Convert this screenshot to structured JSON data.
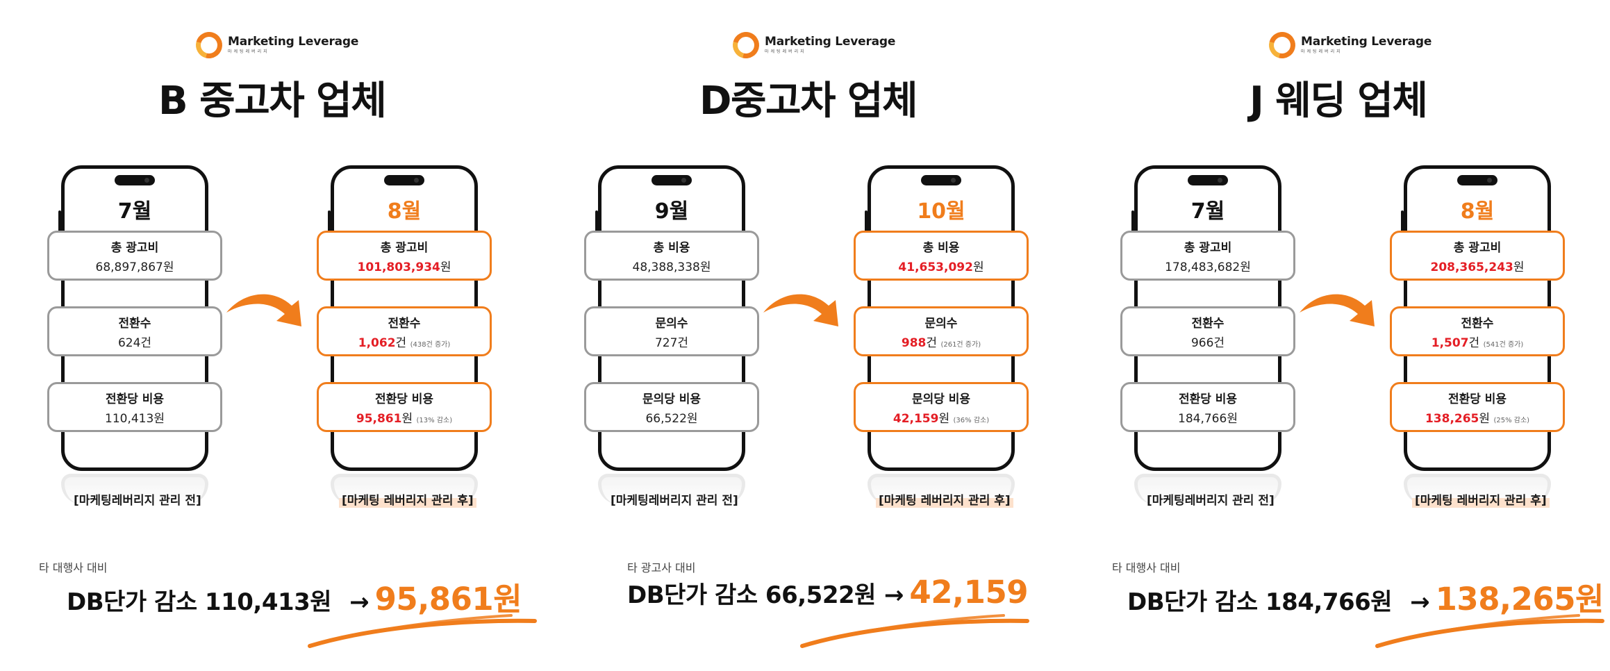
{
  "brand": {
    "name": "Marketing Leverage",
    "sub": "마케팅레버리지",
    "accent": "#f07d1c",
    "highlight": "#e41e25"
  },
  "panels": [
    {
      "title": "B 중고차 업체",
      "before": {
        "month": "7월",
        "caption": "[마케팅레버리지 관리 전]",
        "cards": [
          {
            "label": "총 광고비",
            "value": "68,897,867",
            "unit": "원",
            "note": ""
          },
          {
            "label": "전환수",
            "value": "624",
            "unit": "건",
            "note": ""
          },
          {
            "label": "전환당 비용",
            "value": "110,413",
            "unit": "원",
            "note": ""
          }
        ]
      },
      "after": {
        "month": "8월",
        "caption": "[마케팅 레버리지 관리 후]",
        "cards": [
          {
            "label": "총 광고비",
            "value": "101,803,934",
            "unit": "원",
            "note": ""
          },
          {
            "label": "전환수",
            "value": "1,062",
            "unit": "건",
            "note": "(438건 증가)"
          },
          {
            "label": "전환당 비용",
            "value": "95,861",
            "unit": "원",
            "note": "(13% 감소)"
          }
        ]
      },
      "comparison": {
        "label": "타 대행사 대비",
        "text": "DB단가 감소 110,413원",
        "arrow": "→",
        "new_value": "95,861원"
      }
    },
    {
      "title": "D중고차 업체",
      "before": {
        "month": "9월",
        "caption": "[마케팅레버리지 관리 전]",
        "cards": [
          {
            "label": "총 비용",
            "value": "48,388,338",
            "unit": "원",
            "note": ""
          },
          {
            "label": "문의수",
            "value": "727",
            "unit": "건",
            "note": ""
          },
          {
            "label": "문의당 비용",
            "value": "66,522",
            "unit": "원",
            "note": ""
          }
        ]
      },
      "after": {
        "month": "10월",
        "caption": "[마케팅 레버리지 관리 후]",
        "cards": [
          {
            "label": "총 비용",
            "value": "41,653,092",
            "unit": "원",
            "note": ""
          },
          {
            "label": "문의수",
            "value": "988",
            "unit": "건",
            "note": "(261건 증가)"
          },
          {
            "label": "문의당 비용",
            "value": "42,159",
            "unit": "원",
            "note": "(36% 감소)"
          }
        ]
      },
      "comparison": {
        "label": "타 광고사 대비",
        "text": "DB단가 감소 66,522원",
        "arrow": "→",
        "new_value": "42,159"
      }
    },
    {
      "title": "J 웨딩 업체",
      "before": {
        "month": "7월",
        "caption": "[마케팅레버리지 관리 전]",
        "cards": [
          {
            "label": "총 광고비",
            "value": "178,483,682",
            "unit": "원",
            "note": ""
          },
          {
            "label": "전환수",
            "value": "966",
            "unit": "건",
            "note": ""
          },
          {
            "label": "전환당 비용",
            "value": "184,766",
            "unit": "원",
            "note": ""
          }
        ]
      },
      "after": {
        "month": "8월",
        "caption": "[마케팅 레버리지 관리 후]",
        "cards": [
          {
            "label": "총 광고비",
            "value": "208,365,243",
            "unit": "원",
            "note": ""
          },
          {
            "label": "전환수",
            "value": "1,507",
            "unit": "건",
            "note": "(541건 증가)"
          },
          {
            "label": "전환당 비용",
            "value": "138,265",
            "unit": "원",
            "note": "(25% 감소)"
          }
        ]
      },
      "comparison": {
        "label": "타 대행사 대비",
        "text": "DB단가 감소 184,766원",
        "arrow": "→",
        "new_value": "138,265원"
      }
    }
  ]
}
